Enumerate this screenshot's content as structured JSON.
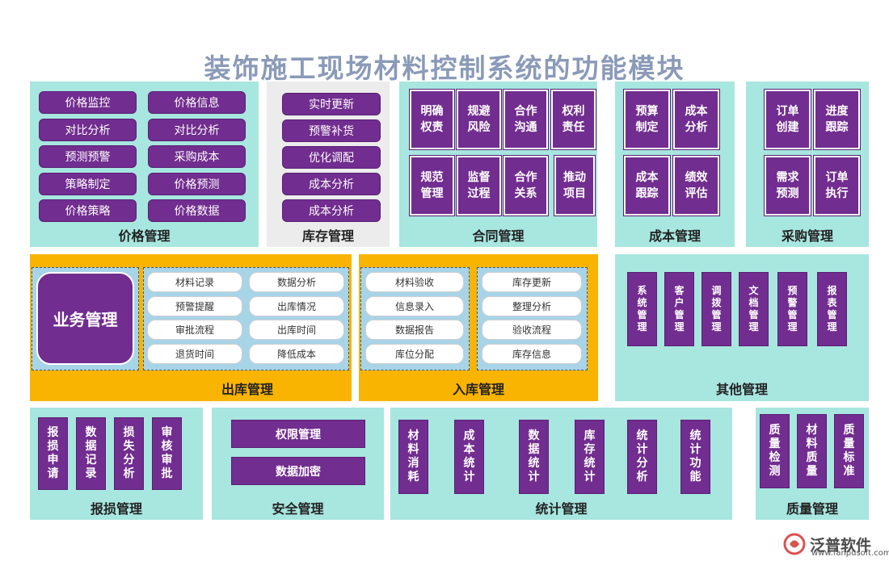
{
  "title": "装饰施工现场材料控制系统的功能模块",
  "price": {
    "label": "价格管理",
    "items": [
      "价格监控",
      "价格信息",
      "对比分析",
      "对比分析",
      "预测预警",
      "采购成本",
      "策略制定",
      "价格预测",
      "价格策略",
      "价格数据"
    ]
  },
  "inventory": {
    "label": "库存管理",
    "items": [
      "实时更新",
      "预警补货",
      "优化调配",
      "成本分析",
      "成本分析"
    ]
  },
  "contract": {
    "label": "合同管理",
    "items": [
      "明确权责",
      "规避风险",
      "合作沟通",
      "权利责任",
      "规范管理",
      "监督过程",
      "合作关系",
      "推动项目"
    ]
  },
  "cost": {
    "label": "成本管理",
    "items": [
      "预算制定",
      "成本分析",
      "成本跟踪",
      "绩效评估"
    ]
  },
  "purchase": {
    "label": "采购管理",
    "items": [
      "订单创建",
      "进度跟踪",
      "需求预测",
      "订单执行"
    ]
  },
  "business": {
    "label": "业务管理"
  },
  "outbound": {
    "label": "出库管理",
    "items": [
      "材料记录",
      "数据分析",
      "预警提醒",
      "出库情况",
      "审批流程",
      "出库时间",
      "退货时间",
      "降低成本"
    ]
  },
  "inbound": {
    "label": "入库管理",
    "left": [
      "材料验收",
      "信息录入",
      "数据报告",
      "库位分配"
    ],
    "right": [
      "库存更新",
      "整理分析",
      "验收流程",
      "库存信息"
    ]
  },
  "other": {
    "label": "其他管理",
    "items": [
      "系统管理",
      "客户管理",
      "调拨管理",
      "文档管理",
      "预警管理",
      "报表管理"
    ]
  },
  "loss": {
    "label": "报损管理",
    "items": [
      "报损申请",
      "数据记录",
      "损失分析",
      "审核审批"
    ]
  },
  "security": {
    "label": "安全管理",
    "items": [
      "权限管理",
      "数据加密"
    ]
  },
  "stats": {
    "label": "统计管理",
    "items": [
      "材料消耗",
      "成本统计",
      "数据统计",
      "库存统计",
      "统计分析",
      "统计功能"
    ]
  },
  "quality": {
    "label": "质量管理",
    "items": [
      "质量检测",
      "材料质量",
      "质量标准"
    ]
  },
  "logo": {
    "name": "泛普软件",
    "url": "www.fanpusoft.com"
  },
  "colors": {
    "panel_teal": "#a8e6e0",
    "panel_gray": "#ececec",
    "panel_orange": "#f8b400",
    "item_purple": "#712d8f"
  }
}
